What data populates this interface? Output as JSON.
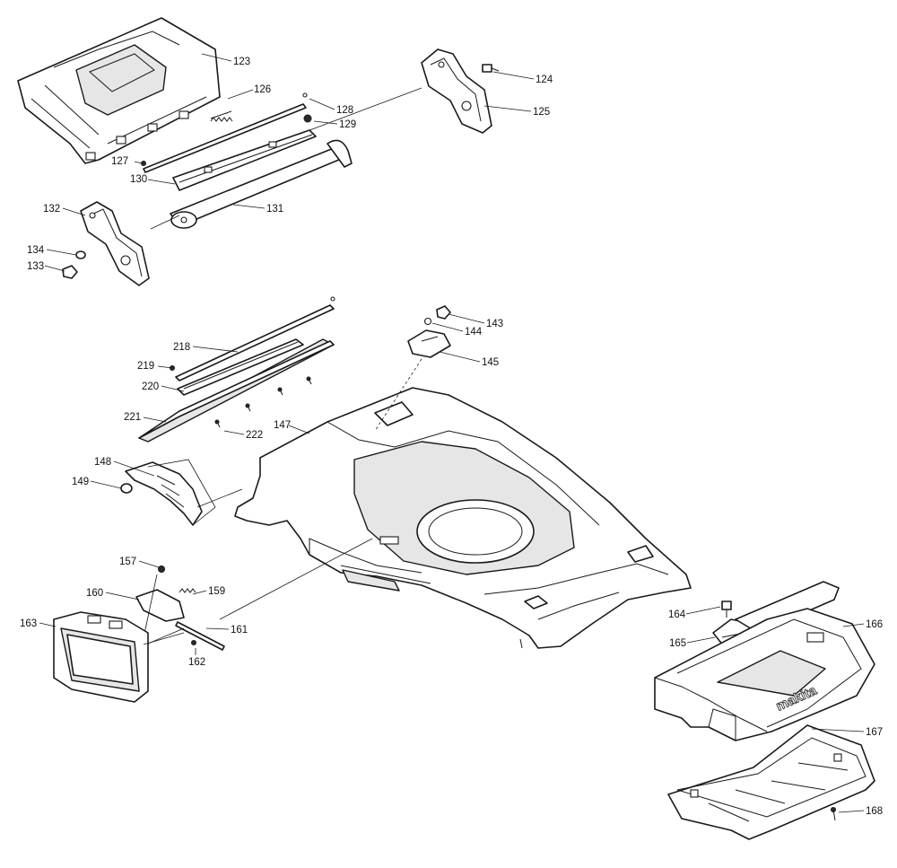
{
  "labels": {
    "p123": "123",
    "p124": "124",
    "p125": "125",
    "p126": "126",
    "p127": "127",
    "p128": "128",
    "p129": "129",
    "p130": "130",
    "p131": "131",
    "p132": "132",
    "p133": "133",
    "p134": "134",
    "p143": "143",
    "p144": "144",
    "p145": "145",
    "p147": "147",
    "p148": "148",
    "p149": "149",
    "p157": "157",
    "p159": "159",
    "p160": "160",
    "p161": "161",
    "p162": "162",
    "p163": "163",
    "p164": "164",
    "p165": "165",
    "p166": "166",
    "p167": "167",
    "p168": "168",
    "p218": "218",
    "p219": "219",
    "p220": "220",
    "p221": "221",
    "p222": "222"
  },
  "brand": "makita",
  "colors": {
    "line": "#1a1a1a",
    "fill": "#ffffff",
    "shade": "#e6e6e6"
  }
}
